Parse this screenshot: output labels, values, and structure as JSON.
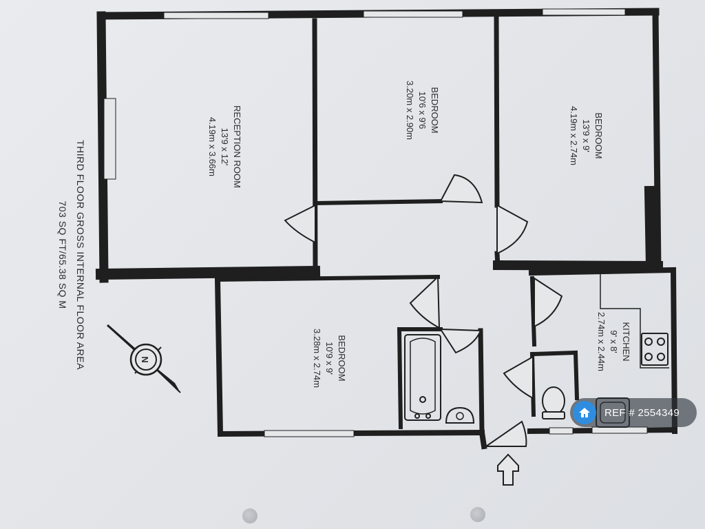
{
  "floor_area": {
    "line1": "THIRD FLOOR GROSS INTERNAL FLOOR AREA",
    "line2": "703 SQ FT/65.38 SQ M"
  },
  "rooms": {
    "reception": {
      "name": "RECEPTION ROOM",
      "imperial": "13'9 x 12'",
      "metric": "4.19m x 3.66m"
    },
    "bedroom_middle": {
      "name": "BEDROOM",
      "imperial": "10'6 x 9'6",
      "metric": "3.20m x 2.90m"
    },
    "bedroom_right": {
      "name": "BEDROOM",
      "imperial": "13'9 x 9'",
      "metric": "4.19m x 2.74m"
    },
    "bedroom_lower": {
      "name": "BEDROOM",
      "imperial": "10'9 x 9'",
      "metric": "3.28m x 2.74m"
    },
    "kitchen": {
      "name": "KITCHEN",
      "imperial": "9' x 8'",
      "metric": "2.74m x 2.44m"
    }
  },
  "compass": {
    "letter": "N"
  },
  "ref_badge": {
    "text": "REF # 2554349",
    "icon": "home-icon"
  },
  "colors": {
    "wall": "#1f1f1f",
    "window": "#e6e7e9",
    "badge_accent": "#2f8de0"
  }
}
